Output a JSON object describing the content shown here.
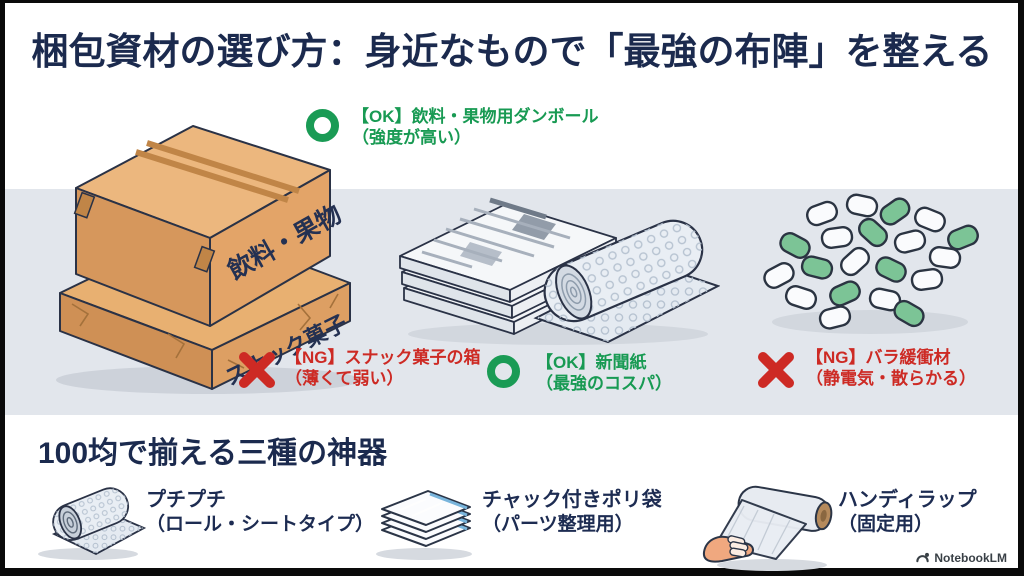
{
  "title": "梱包資材の選び方：身近なもので「最強の布陣」を整える",
  "colors": {
    "navy": "#1b2a4e",
    "ok_green": "#1a9b55",
    "ng_red": "#cd2a24",
    "band_gray": "#e2e6ec",
    "cardboard": "#e3a468"
  },
  "annotations": [
    {
      "id": "ok-cardboard",
      "verdict": "OK",
      "icon": "ok-circle-icon",
      "line1": "【OK】飲料・果物用ダンボール",
      "line2": "（強度が高い）"
    },
    {
      "id": "ng-snackbox",
      "verdict": "NG",
      "icon": "ng-cross-icon",
      "line1": "【NG】スナック菓子の箱",
      "line2": "（薄くて弱い）"
    },
    {
      "id": "ok-newspaper",
      "verdict": "OK",
      "icon": "ok-circle-icon",
      "line1": "【OK】新聞紙",
      "line2": "（最強のコスパ）"
    },
    {
      "id": "ng-loosefill",
      "verdict": "NG",
      "icon": "ng-cross-icon",
      "line1": "【NG】バラ緩衝材",
      "line2": "（静電気・散らかる）"
    }
  ],
  "illustrations": {
    "boxes": {
      "top_box_label": "飲料・果物",
      "bottom_box_label": "スナック菓子"
    },
    "middle": "newspapers-and-bubble-wrap-roll",
    "right": "loose-fill-packing-peanuts"
  },
  "bottom_section": {
    "heading": "100均で揃える三種の神器",
    "items": [
      {
        "icon": "bubble-wrap-roll-icon",
        "name": "プチプチ",
        "note": "（ロール・シートタイプ）"
      },
      {
        "icon": "zip-poly-bag-icon",
        "name": "チャック付きポリ袋",
        "note": "（パーツ整理用）"
      },
      {
        "icon": "handy-wrap-icon",
        "name": "ハンディラップ",
        "note": "（固定用）"
      }
    ]
  },
  "footer": {
    "credit": "NotebookLM"
  }
}
